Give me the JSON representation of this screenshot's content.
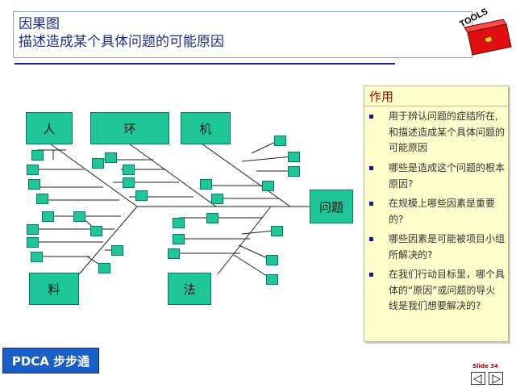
{
  "title": {
    "line1": "因果图",
    "line2": "描述造成某个具体问题的可能原因"
  },
  "toolbox": {
    "label": "TOOLS"
  },
  "diagram": {
    "head": "问题",
    "categories": {
      "people": "人",
      "environment": "环",
      "machine": "机",
      "material": "料",
      "method": "法"
    }
  },
  "panel": {
    "title": "作用",
    "bullets": [
      "用于辨认问题的症结所在, 和描述造成某个具体问题的可能原因",
      "哪些是造成这个问题的根本原因?",
      "在规模上哪些因素是重要的?",
      "哪些因素是可能被项目小组所解决的?",
      "在我们行动目标里，哪个具体的“原因”或问题的导火线是我们想要解决的?"
    ]
  },
  "footer": {
    "badge": "PDCA 步步通",
    "slide": "Slide 34"
  },
  "colors": {
    "box_fill": "#1ec69a",
    "title_text": "#1a2f8a",
    "panel_bg": "#ffffcc",
    "panel_title": "#b00000",
    "badge_bg": "#1a5ec8"
  }
}
